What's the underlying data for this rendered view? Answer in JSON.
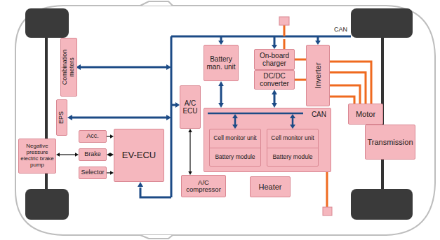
{
  "diagram": {
    "nodes": [
      {
        "text": [
          "Combination meters"
        ]
      },
      {
        "text": [
          "EPS"
        ]
      },
      {
        "text": [
          "Negative pressure electric brake pump"
        ]
      },
      {
        "text": [
          "Acc."
        ]
      },
      {
        "text": [
          "Brake"
        ]
      },
      {
        "text": [
          "Selector"
        ]
      },
      {
        "text": [
          "EV-ECU"
        ]
      },
      {
        "text": [
          "A/C ECU"
        ]
      },
      {
        "text": [
          "A/C compressor"
        ]
      },
      {
        "text": [
          "Battery man. unit"
        ]
      },
      {
        "text": [
          "On-board charger"
        ]
      },
      {
        "text": [
          "DC/DC converter"
        ]
      },
      {
        "text": [
          "Inverter"
        ]
      },
      {
        "text": [
          "CAN"
        ]
      },
      {
        "text": [
          "Cell monitor unit",
          "Battery module"
        ],
        "in": 13
      },
      {
        "text": [
          "Cell monitor unit",
          "Battery module"
        ],
        "in": 13
      },
      {
        "text": [
          "Heater"
        ]
      },
      {
        "text": [
          "Motor"
        ]
      },
      {
        "text": [
          "Transmission"
        ]
      }
    ],
    "edges": [
      {
        "from": 2,
        "to": 4,
        "arrow": "both"
      },
      {
        "from": 3,
        "to": 6,
        "arrow": "to"
      },
      {
        "from": 4,
        "to": 6,
        "arrow": "both"
      },
      {
        "from": 5,
        "to": 6,
        "arrow": "to"
      },
      {
        "from": 7,
        "to": 8,
        "arrow": "both"
      },
      {
        "from": 9,
        "to": 13,
        "arrow": "both"
      },
      {
        "from": 11,
        "to": 13,
        "arrow": "both"
      },
      {
        "from": 11,
        "to": 12,
        "arrow": "none"
      },
      {
        "from": 12,
        "to": 17,
        "arrow": "none"
      }
    ],
    "labels": [
      "CAN"
    ]
  }
}
